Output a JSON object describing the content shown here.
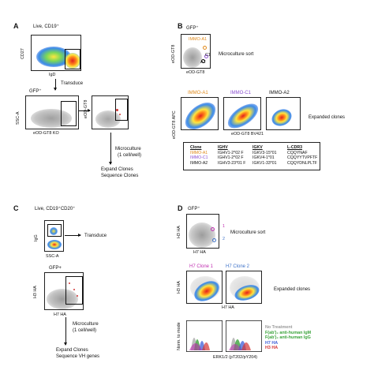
{
  "panelA": {
    "letter": "A",
    "title": "Live, CD19⁺",
    "cd27_axis": "CD27",
    "igd_axis": "IgD",
    "transduce": "Transduce",
    "gfp": "GFP⁺",
    "ssc_axis": "SSC-A",
    "eodgt8ko_axis": "eOD-GT8 KO",
    "eodgt8_axis": "eOD-GT8",
    "microculture": "Microculture",
    "cell_per_well": "(1 cell/well)",
    "expand": "Expand Clones",
    "sequence": "Sequence Clones"
  },
  "panelB": {
    "letter": "B",
    "gfp": "GFP⁺",
    "eodgt8_axis": "eOD-GT8",
    "eodgt8_x": "eOD-GT8",
    "immo_a1_label": "IMMO-A1",
    "c1_label": "C1",
    "a2_label": "A2",
    "microculture_sort": "Microculture sort",
    "clone1": "IMMO-A1",
    "clone2": "IMMO-C1",
    "clone3": "IMMO-A2",
    "apc_axis": "eOD-GT8 APC",
    "bv421_axis": "eOD-GT8 BV421",
    "expanded": "Expanded clones",
    "table": {
      "headers": [
        "Clone",
        "IGHV",
        "IGKV",
        "L-CDR3"
      ],
      "rows": [
        [
          "IMMO-A1",
          "IGHV1-2*02 F",
          "IGKV3-15*01",
          "CQQYNAF"
        ],
        [
          "IMMO-C1",
          "IGHV1-2*02 F",
          "IGKV4-1*01",
          "CQQYYTVPFTF"
        ],
        [
          "IMMO-A2",
          "IGHV3-23*01 F",
          "IGKV1-33*01",
          "CQQYDNLPLTF"
        ]
      ]
    }
  },
  "panelC": {
    "letter": "C",
    "title": "Live, CD19⁺CD20⁺",
    "igg_axis": "IgG",
    "ssc_axis": "SSC-A",
    "transduce": "Transduce",
    "gfp": "GFP+",
    "h3ha_axis": "H3 HA",
    "h7ha_axis": "H7 HA",
    "microculture": "Microculture",
    "cell_per_well": "(1 cell/well)",
    "expand": "Expand Clones",
    "sequence": "Sequence VH genes"
  },
  "panelD": {
    "letter": "D",
    "gfp": "GFP⁺",
    "h3ha_axis": "H3 HA",
    "h7ha_axis": "H7 HA",
    "gate1": "1",
    "gate2": "2",
    "microculture_sort": "Microculture sort",
    "clone1": "H7 Clone 1",
    "clone2": "H7 Clone 2",
    "expanded": "Expanded clones",
    "norm_axis": "Norm. to mode",
    "erk_axis": "ERK1/2 (pT202/pY204)",
    "legend": [
      {
        "label": "No Treatment",
        "color": "#9a9a9a"
      },
      {
        "label": "F(ab')₂ anti-human IgM",
        "color": "#3aa33a"
      },
      {
        "label": "F(ab')₂ anti-human IgG",
        "color": "#3aa33a"
      },
      {
        "label": "H7 HA",
        "color": "#3f5fd8"
      },
      {
        "label": "H3 HA",
        "color": "#d43434"
      }
    ]
  }
}
